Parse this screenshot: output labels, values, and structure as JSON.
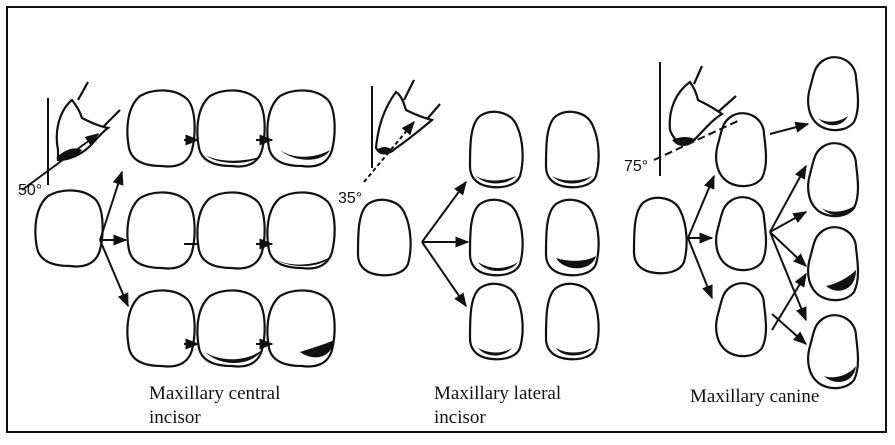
{
  "panels": [
    {
      "label_line1": "Maxillary central",
      "label_line2": "incisor",
      "angle": "50°"
    },
    {
      "label_line1": "Maxillary lateral",
      "label_line2": "incisor",
      "angle": "35°"
    },
    {
      "label_line1": "Maxillary canine",
      "label_line2": "",
      "angle": "75°"
    }
  ]
}
